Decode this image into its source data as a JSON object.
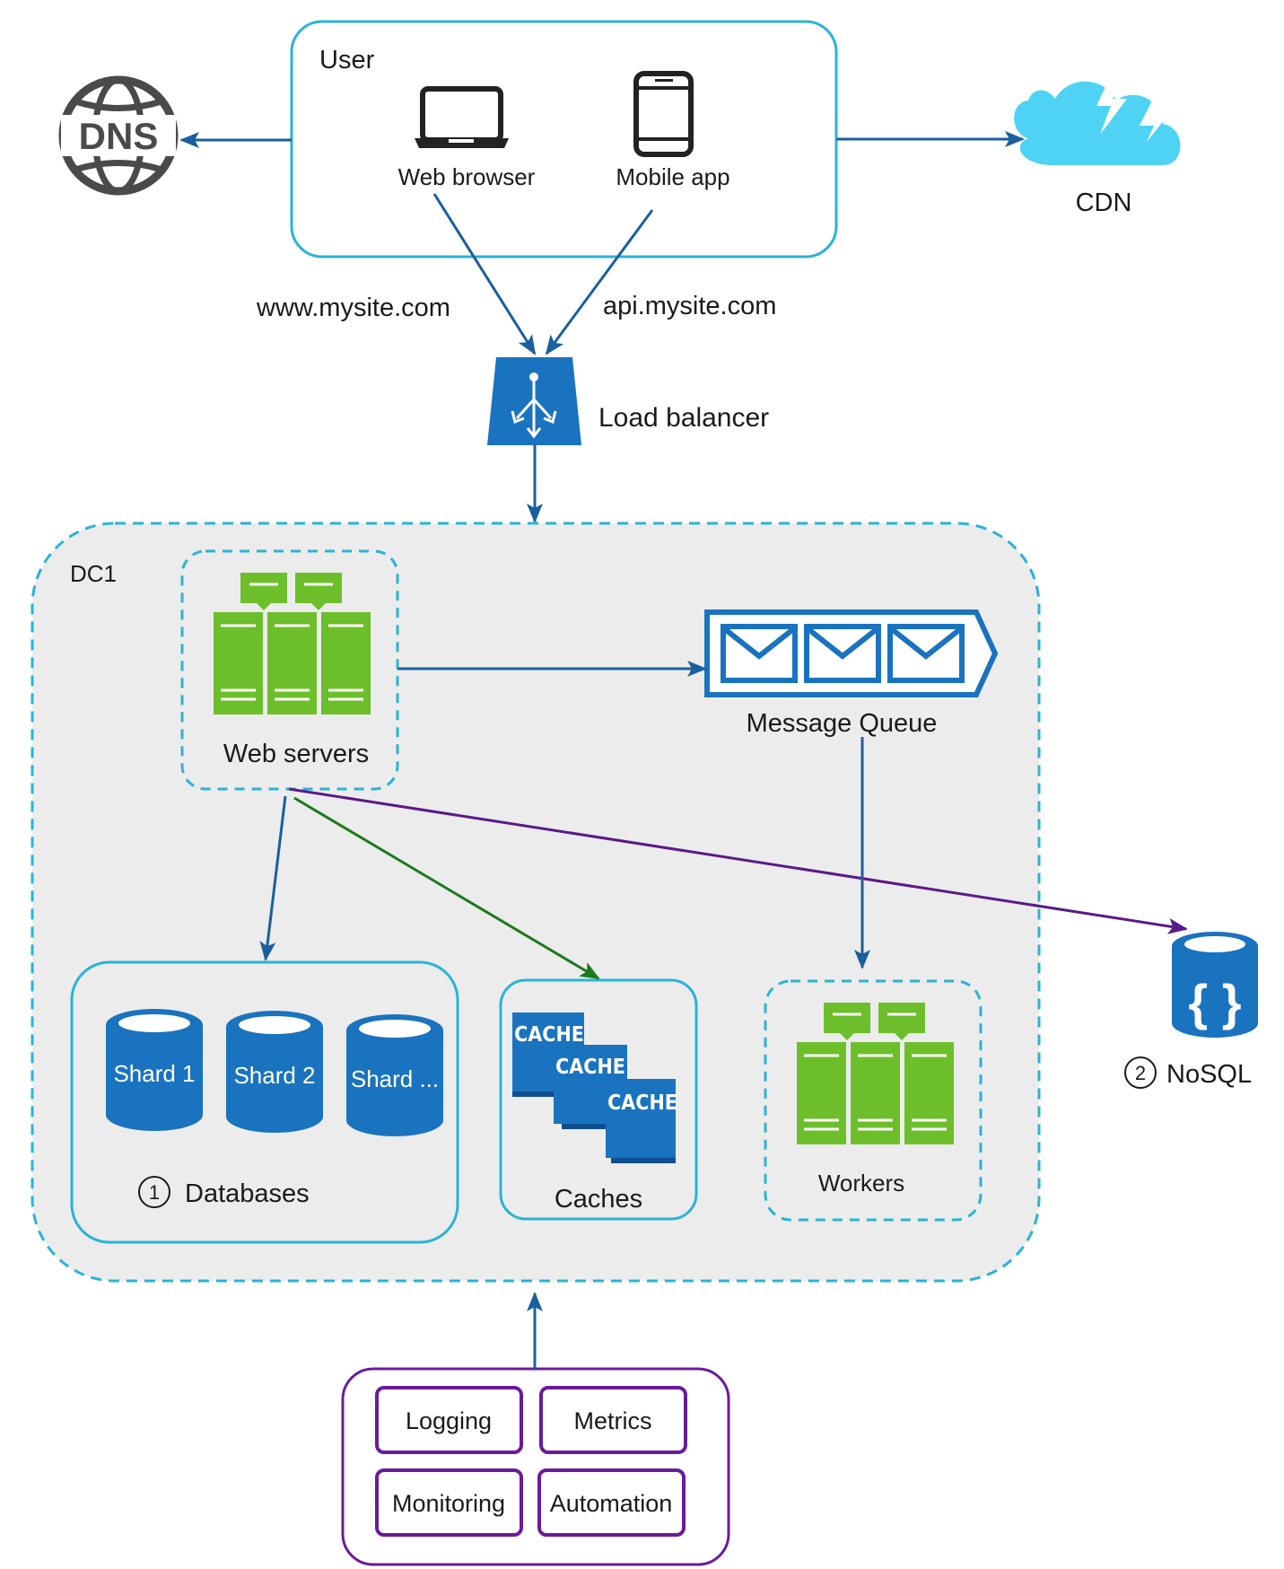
{
  "user": {
    "title": "User",
    "web_browser": "Web browser",
    "mobile_app": "Mobile app"
  },
  "dns": {
    "label": "DNS"
  },
  "cdn": {
    "label": "CDN"
  },
  "routes": {
    "www": "www.mysite.com",
    "api": "api.mysite.com"
  },
  "load_balancer": {
    "label": "Load balancer"
  },
  "dc1": {
    "label": "DC1",
    "web_servers": "Web servers",
    "message_queue": "Message Queue",
    "databases": {
      "number": "1",
      "label": "Databases",
      "shards": [
        "Shard 1",
        "Shard 2",
        "Shard ..."
      ]
    },
    "caches": {
      "label": "Caches",
      "items": [
        "CACHE",
        "CACHE",
        "CACHE"
      ]
    },
    "workers": "Workers"
  },
  "nosql": {
    "number": "2",
    "label": "NoSQL"
  },
  "tools": {
    "logging": "Logging",
    "metrics": "Metrics",
    "monitoring": "Monitoring",
    "automation": "Automation"
  },
  "colors": {
    "primary_blue": "#1a73be",
    "cyan_border": "#2ab3d6",
    "server_green": "#6cbf2a",
    "cdn_cyan": "#4fd3f5",
    "purple": "#6a1b9a",
    "green_arrow": "#1b7a1b",
    "dc_background": "#ececec"
  }
}
